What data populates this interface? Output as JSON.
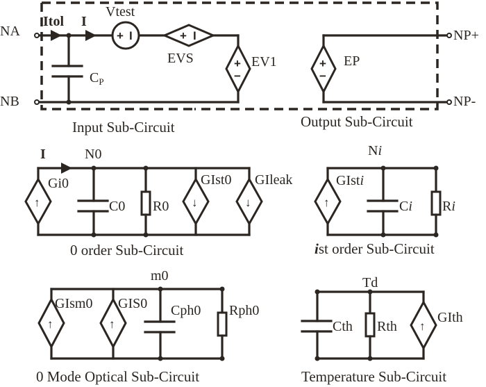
{
  "colors": {
    "ink": "#2b2622",
    "background": "#ffffff"
  },
  "input_output": {
    "terminals": {
      "na": "NA",
      "nb": "NB",
      "np_plus": "NP+",
      "np_minus": "NP-"
    },
    "currents": {
      "itol": "Itol",
      "i": "I"
    },
    "components": {
      "vtest": "Vtest",
      "evs": "EVS",
      "ev1": "EV1",
      "ep": "EP",
      "cp_main": "C",
      "cp_sub": "P"
    },
    "input_caption": "Input Sub-Circuit",
    "output_caption": "Output Sub-Circuit"
  },
  "zero_order": {
    "current": "I",
    "node": "N0",
    "components": {
      "gi0": "Gi0",
      "c0": "C0",
      "r0": "R0",
      "gist0": "GIst0",
      "gileak": "GIleak"
    },
    "caption": "0 order Sub-Circuit"
  },
  "i_order": {
    "node_prefix": "N",
    "node_index": "i",
    "components": {
      "gisti_prefix": "GIst",
      "ci_prefix": "C",
      "ri_prefix": "R",
      "index": "i"
    },
    "caption_index": "i",
    "caption_rest": "st order Sub-Circuit"
  },
  "optical": {
    "node": "m0",
    "components": {
      "gism0": "GIsm0",
      "gis0": "GIS0",
      "cph0": "Cph0",
      "rph0": "Rph0"
    },
    "caption": "0 Mode Optical Sub-Circuit"
  },
  "temperature": {
    "node": "Td",
    "components": {
      "cth": "Cth",
      "rth": "Rth",
      "gith": "GIth"
    },
    "caption": "Temperature Sub-Circuit"
  },
  "symbols": {
    "plus": "+",
    "minus": "−",
    "bar": "I",
    "arrow_up": "↑",
    "arrow_down": "↓"
  }
}
